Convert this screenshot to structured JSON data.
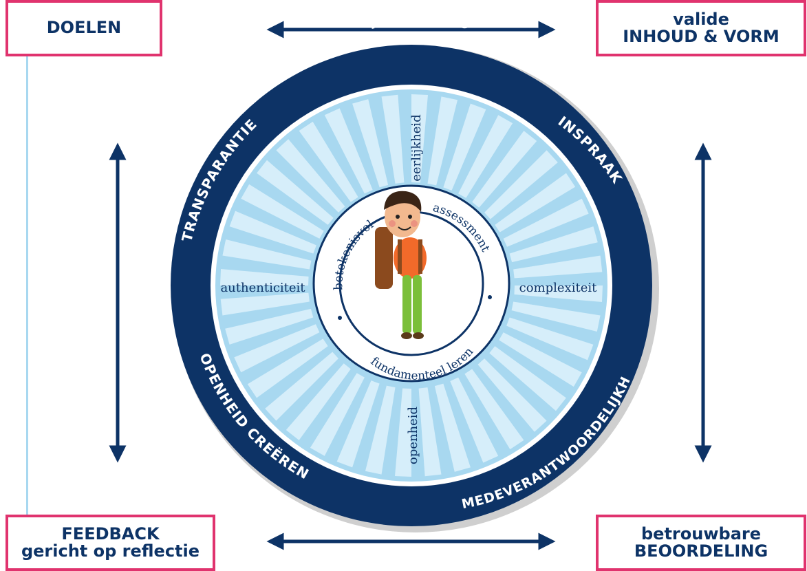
{
  "corners": {
    "top_left": {
      "line1": "DOELEN",
      "line2": ""
    },
    "top_right": {
      "line1": "valide",
      "line2": "INHOUD & VORM"
    },
    "bottom_left": {
      "line1": "FEEDBACK",
      "line2": "gericht op reflectie"
    },
    "bottom_right": {
      "line1": "betrouwbare",
      "line2": "BEOORDELING"
    }
  },
  "outer_ring": {
    "top": "IN DIALOOG",
    "top_right": "INSPRAAK",
    "bottom_right": "MEDEVERANTWOORDELIJKH",
    "bottom_left": "OPENHEID CREËREN",
    "top_left": "TRANSPARANTIE"
  },
  "inner_labels": {
    "top": "eerlijkheid",
    "right": "complexiteit",
    "bottom": "openheid",
    "left": "authenticiteit"
  },
  "center": {
    "arc_left": "betekenisvol",
    "arc_right": "assessment",
    "arc_bottom": "fundamenteel leren"
  },
  "colors": {
    "navy": "#0d3366",
    "light_blue": "#a8d8f0",
    "pale_blue": "#d6eefa",
    "pink": "#e0336e"
  }
}
